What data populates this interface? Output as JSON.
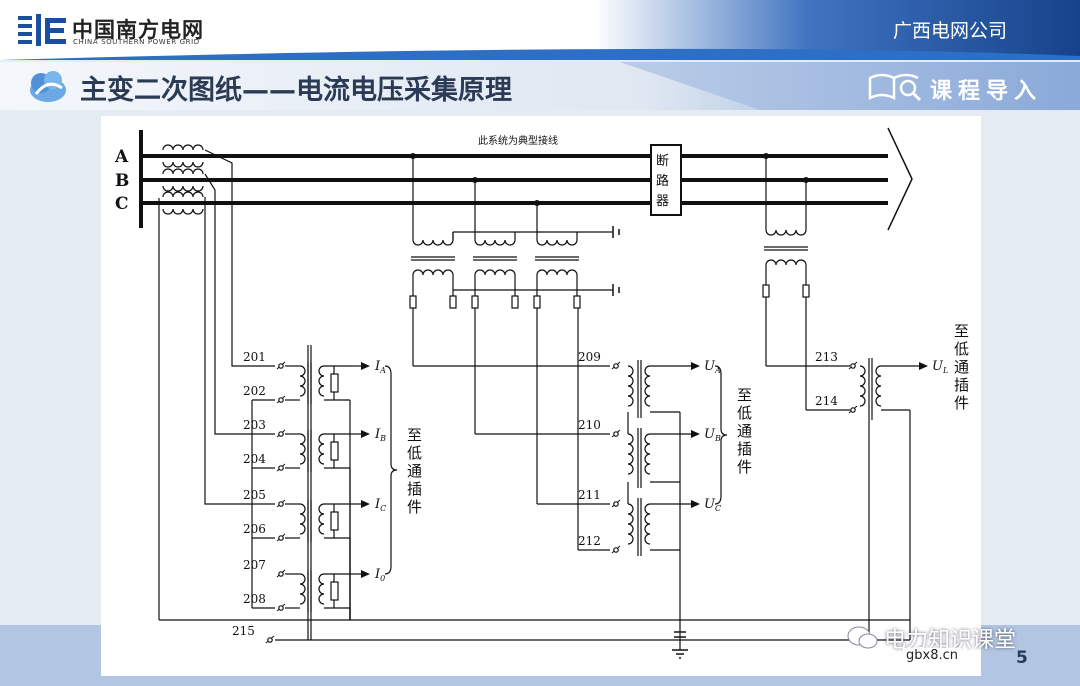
{
  "header": {
    "logo_cn": "中国南方电网",
    "logo_en": "CHINA SOUTHERN POWER GRID",
    "company": "广西电网公司",
    "title": "主变二次图纸——电流电压采集原理",
    "section": "课程导入"
  },
  "diagram": {
    "phases": [
      "A",
      "B",
      "C"
    ],
    "note": "此系统为典型接线",
    "breaker": [
      "断",
      "路",
      "器"
    ],
    "current_terminals": [
      "201",
      "202",
      "203",
      "204",
      "205",
      "206",
      "207",
      "208"
    ],
    "current_outputs": [
      "I_A",
      "I_B",
      "I_C",
      "I_0"
    ],
    "voltage_terminals": [
      "209",
      "210",
      "211",
      "212"
    ],
    "voltage_outputs": [
      "U_A",
      "U_B",
      "U_C"
    ],
    "line_terminals": [
      "213",
      "214"
    ],
    "line_output": "U_L",
    "common_terminal": "215",
    "destination": [
      "至",
      "低",
      "通",
      "插",
      "件"
    ]
  },
  "footer": {
    "watermark": "电力知识课堂",
    "site": "gbx8.cn",
    "page": "5"
  },
  "colors": {
    "header_band": "#1a4f9c",
    "accent": "#2c6fc4",
    "title_text": "#2b3a55"
  }
}
